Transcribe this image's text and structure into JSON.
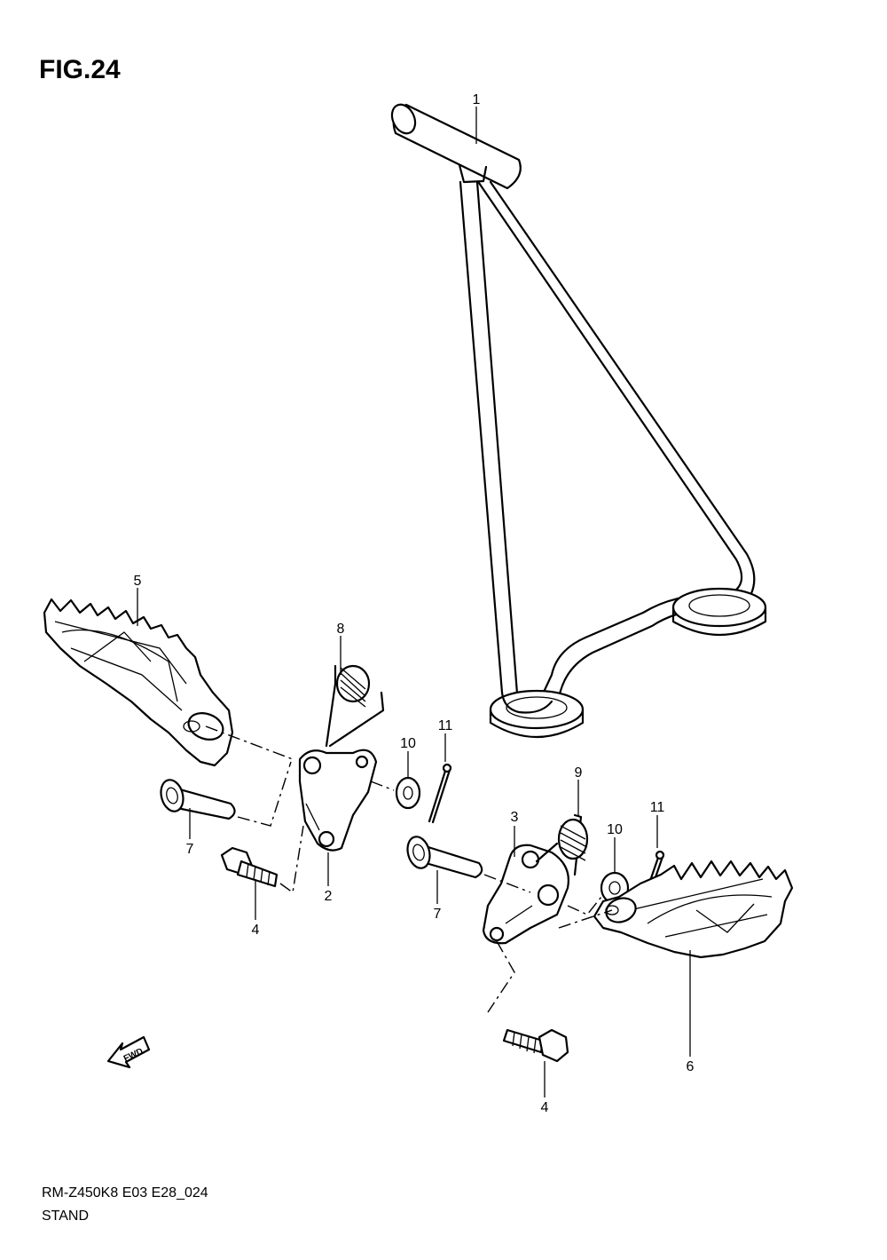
{
  "figure": {
    "title": "FIG.24",
    "code": "RM-Z450K8 E03 E28_024",
    "name": "STAND"
  },
  "callouts": [
    {
      "id": "c1",
      "label": "1"
    },
    {
      "id": "c2",
      "label": "2"
    },
    {
      "id": "c3",
      "label": "3"
    },
    {
      "id": "c4a",
      "label": "4"
    },
    {
      "id": "c4b",
      "label": "4"
    },
    {
      "id": "c5",
      "label": "5"
    },
    {
      "id": "c6",
      "label": "6"
    },
    {
      "id": "c7a",
      "label": "7"
    },
    {
      "id": "c7b",
      "label": "7"
    },
    {
      "id": "c8",
      "label": "8"
    },
    {
      "id": "c9",
      "label": "9"
    },
    {
      "id": "c10a",
      "label": "10"
    },
    {
      "id": "c10b",
      "label": "10"
    },
    {
      "id": "c11a",
      "label": "11"
    },
    {
      "id": "c11b",
      "label": "11"
    }
  ],
  "fwd_arrow": {
    "label": "FWD",
    "icon": "fwd-arrow-icon"
  }
}
